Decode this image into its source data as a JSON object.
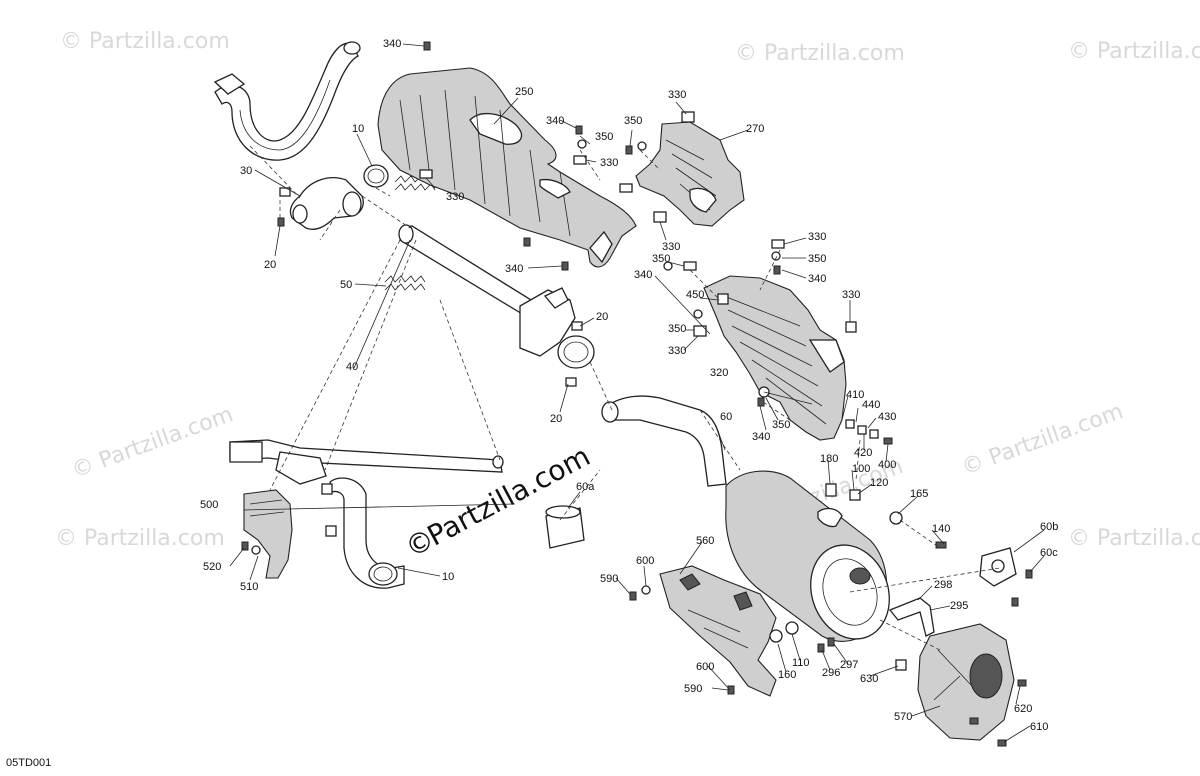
{
  "diagram_code": "05TD001",
  "watermarks": {
    "text": "© Partzilla.com",
    "center_text": "Partzilla.com",
    "center_symbol": "©"
  },
  "callouts": [
    {
      "id": "c340a",
      "text": "340"
    },
    {
      "id": "c250",
      "text": "250"
    },
    {
      "id": "c10a",
      "text": "10"
    },
    {
      "id": "c30",
      "text": "30"
    },
    {
      "id": "c20a",
      "text": "20"
    },
    {
      "id": "c340b",
      "text": "340"
    },
    {
      "id": "c350a",
      "text": "350"
    },
    {
      "id": "c330a",
      "text": "330"
    },
    {
      "id": "c330b",
      "text": "330"
    },
    {
      "id": "c330c",
      "text": "330"
    },
    {
      "id": "c350b",
      "text": "350"
    },
    {
      "id": "c270",
      "text": "270"
    },
    {
      "id": "c330d",
      "text": "330"
    },
    {
      "id": "c340c",
      "text": "340"
    },
    {
      "id": "c50",
      "text": "50"
    },
    {
      "id": "c330e",
      "text": "330"
    },
    {
      "id": "c350c",
      "text": "350"
    },
    {
      "id": "c350d",
      "text": "350"
    },
    {
      "id": "c340d",
      "text": "340"
    },
    {
      "id": "c340e",
      "text": "340"
    },
    {
      "id": "c450",
      "text": "450"
    },
    {
      "id": "c330f",
      "text": "330"
    },
    {
      "id": "c350e",
      "text": "350"
    },
    {
      "id": "c330g",
      "text": "330"
    },
    {
      "id": "c20b",
      "text": "20"
    },
    {
      "id": "c320",
      "text": "320"
    },
    {
      "id": "c40",
      "text": "40"
    },
    {
      "id": "c20c",
      "text": "20"
    },
    {
      "id": "c60",
      "text": "60"
    },
    {
      "id": "c410",
      "text": "410"
    },
    {
      "id": "c440",
      "text": "440"
    },
    {
      "id": "c430",
      "text": "430"
    },
    {
      "id": "c340f",
      "text": "340"
    },
    {
      "id": "c350f",
      "text": "350"
    },
    {
      "id": "c420",
      "text": "420"
    },
    {
      "id": "c400",
      "text": "400"
    },
    {
      "id": "c180",
      "text": "180"
    },
    {
      "id": "c100",
      "text": "100"
    },
    {
      "id": "c120",
      "text": "120"
    },
    {
      "id": "c60a",
      "text": "60a"
    },
    {
      "id": "c165",
      "text": "165"
    },
    {
      "id": "c500",
      "text": "500"
    },
    {
      "id": "c140",
      "text": "140"
    },
    {
      "id": "c60b",
      "text": "60b"
    },
    {
      "id": "c60c",
      "text": "60c"
    },
    {
      "id": "c560",
      "text": "560"
    },
    {
      "id": "c520",
      "text": "520"
    },
    {
      "id": "c510",
      "text": "510"
    },
    {
      "id": "c10b",
      "text": "10"
    },
    {
      "id": "c600a",
      "text": "600"
    },
    {
      "id": "c590a",
      "text": "590"
    },
    {
      "id": "c298",
      "text": "298"
    },
    {
      "id": "c295",
      "text": "295"
    },
    {
      "id": "c110",
      "text": "110"
    },
    {
      "id": "c297",
      "text": "297"
    },
    {
      "id": "c296",
      "text": "296"
    },
    {
      "id": "c160",
      "text": "160"
    },
    {
      "id": "c600b",
      "text": "600"
    },
    {
      "id": "c630",
      "text": "630"
    },
    {
      "id": "c590b",
      "text": "590"
    },
    {
      "id": "c620",
      "text": "620"
    },
    {
      "id": "c570",
      "text": "570"
    },
    {
      "id": "c610",
      "text": "610"
    }
  ]
}
